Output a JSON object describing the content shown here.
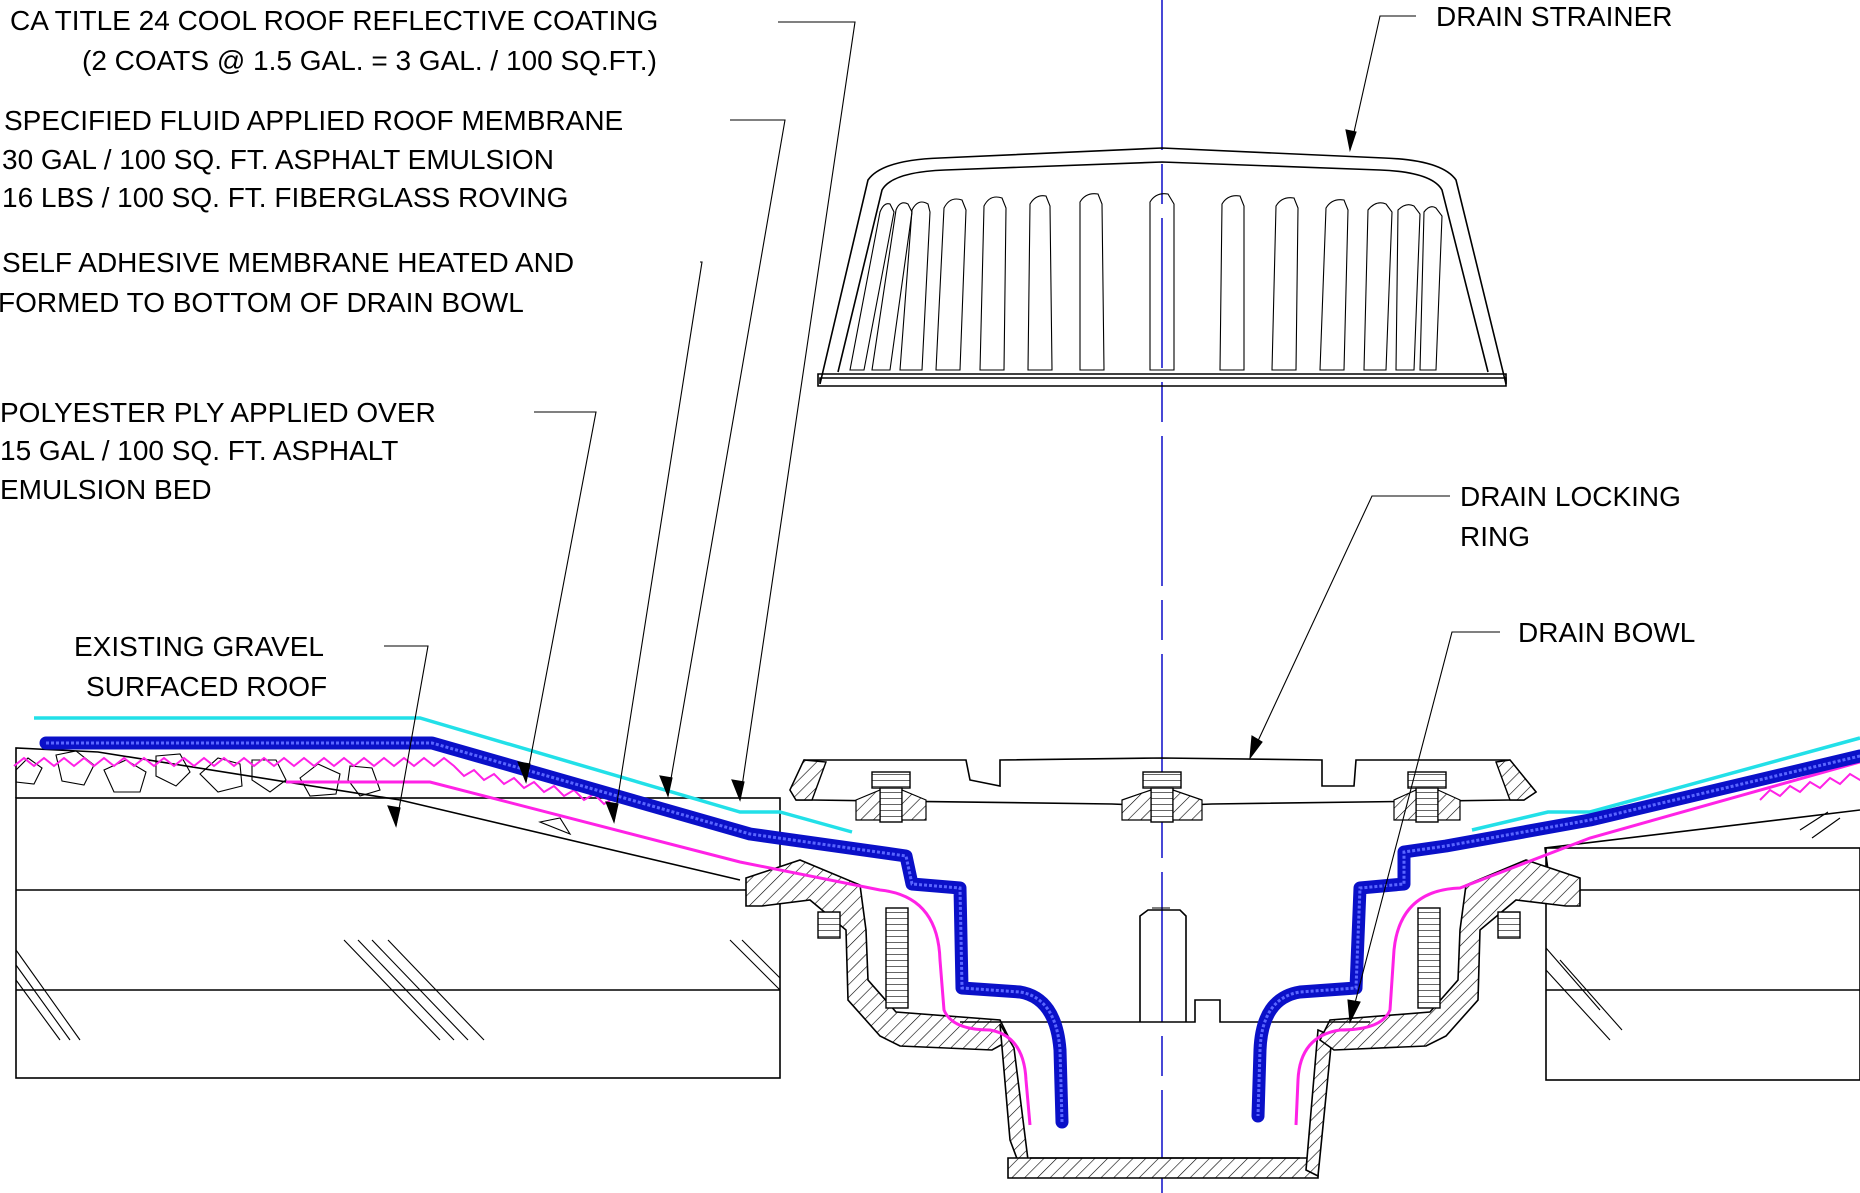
{
  "labels": {
    "coating": {
      "line1": "CA TITLE 24 COOL ROOF REFLECTIVE COATING",
      "line2": "(2 COATS @ 1.5 GAL. =  3 GAL. / 100 SQ.FT.)"
    },
    "fluid_membrane": {
      "line1": "SPECIFIED FLUID APPLIED ROOF MEMBRANE",
      "line2": "30 GAL / 100 SQ. FT. ASPHALT EMULSION",
      "line3": "16 LBS / 100 SQ. FT. FIBERGLASS ROVING"
    },
    "self_adhesive": {
      "line1": "SELF ADHESIVE MEMBRANE HEATED AND",
      "line2": "FORMED TO BOTTOM OF DRAIN BOWL"
    },
    "polyester": {
      "line1": "POLYESTER PLY APPLIED OVER",
      "line2": "15 GAL / 100 SQ. FT. ASPHALT",
      "line3": "EMULSION BED"
    },
    "gravel": {
      "line1": "EXISTING GRAVEL",
      "line2": "SURFACED ROOF"
    },
    "strainer": "DRAIN STRAINER",
    "locking_ring": {
      "line1": "DRAIN LOCKING",
      "line2": "RING"
    },
    "bowl": "DRAIN BOWL"
  },
  "colors": {
    "coating_line": "#22e0e8",
    "membrane": "#0a10c8",
    "membrane_core": "#3340ff",
    "ply": "#ff22e6",
    "centerline": "#1c1ccc",
    "linework": "#000000"
  }
}
